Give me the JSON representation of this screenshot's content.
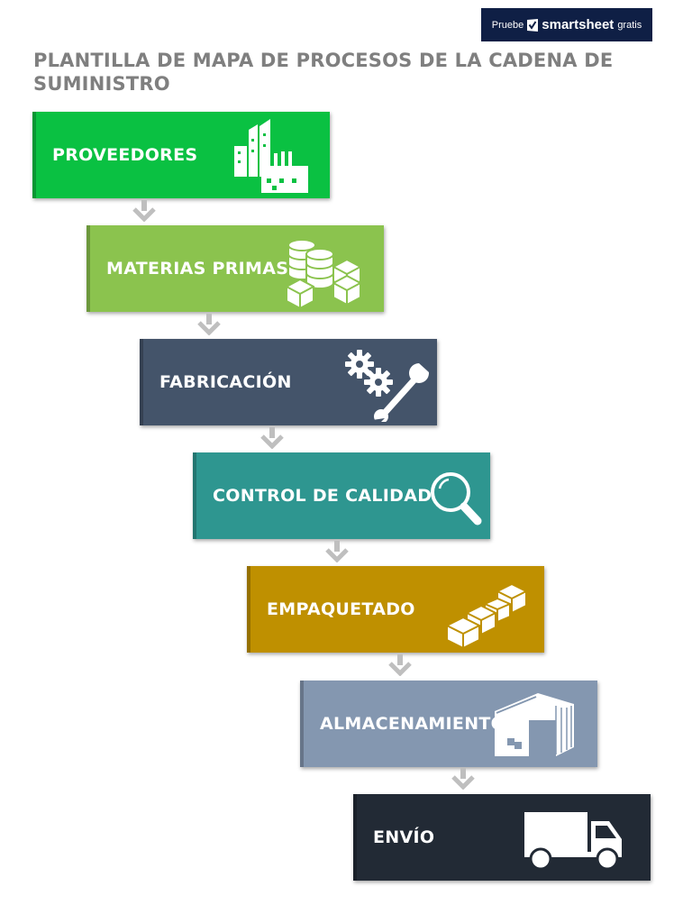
{
  "banner": {
    "pre": "Pruebe",
    "brand": "smartsheet",
    "post": "gratis"
  },
  "title": "PLANTILLA DE MAPA DE PROCESOS DE LA CADENA DE SUMINISTRO",
  "steps": [
    {
      "label": "PROVEEDORES",
      "color": "#0ac142",
      "icon": "buildings-factory-icon"
    },
    {
      "label": "MATERIAS PRIMAS",
      "color": "#8bc34e",
      "icon": "barrels-boxes-icon"
    },
    {
      "label": "FABRICACIÓN",
      "color": "#44546a",
      "icon": "gears-wrench-icon"
    },
    {
      "label": "CONTROL DE CALIDAD",
      "color": "#2e9690",
      "icon": "magnifier-icon"
    },
    {
      "label": "EMPAQUETADO",
      "color": "#bf9000",
      "icon": "packages-icon"
    },
    {
      "label": "ALMACENAMIENTO",
      "color": "#8497b0",
      "icon": "warehouse-icon"
    },
    {
      "label": "ENVÍO",
      "color": "#222a35",
      "icon": "truck-icon"
    }
  ]
}
